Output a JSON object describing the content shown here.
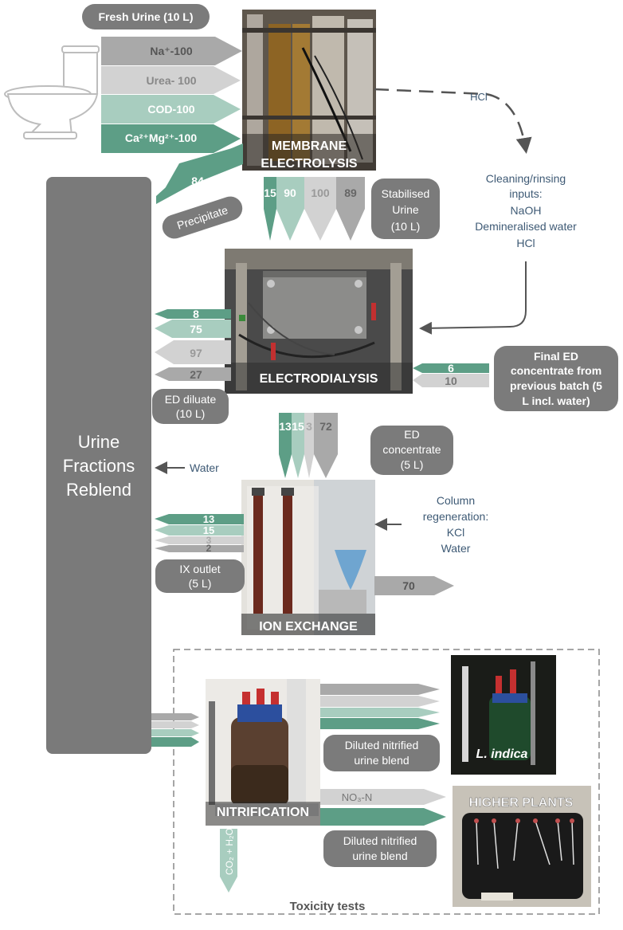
{
  "colors": {
    "dark_gray": "#8a8a8a",
    "mid_gray": "#a9a9a9",
    "light_gray": "#cfcfcf",
    "mint": "#a8cdbf",
    "teal": "#5d9e86",
    "pill": "#7b7b7b",
    "text_blue": "#3e5a75",
    "column": "#7a7a7a"
  },
  "input_labels": {
    "fresh_urine": "Fresh Urine (10 L)",
    "na": "Na⁺-100",
    "urea": "Urea- 100",
    "cod": "COD-100",
    "ca_mg": "Ca²⁺Mg²⁺-100"
  },
  "stages": {
    "membrane_line1": "MEMBRANE",
    "membrane_line2": "ELECTROLYSIS",
    "electrodialysis": "ELECTRODIALYSIS",
    "ion_exchange": "ION EXCHANGE",
    "nitrification": "NITRIFICATION",
    "l_indica": "L. indica",
    "higher_plants": "HIGHER PLANTS"
  },
  "flows": {
    "precipitate_value": "84",
    "precipitate_label": "Precipitate",
    "stabilised_values": [
      "15",
      "90",
      "100",
      "89"
    ],
    "stabilised_line1": "Stabilised",
    "stabilised_line2": "Urine",
    "stabilised_line3": "(10 L)",
    "ed_diluate_values": [
      "8",
      "75",
      "97",
      "27"
    ],
    "ed_diluate_line1": "ED diluate",
    "ed_diluate_line2": "(10 L)",
    "ed_input_values": [
      "6",
      "10"
    ],
    "final_ed_line1": "Final ED",
    "final_ed_line2": "concentrate from",
    "final_ed_line3": "previous batch (5",
    "final_ed_line4": "L incl. water)",
    "ed_concentrate_values": [
      "13",
      "15",
      "3",
      "72"
    ],
    "ed_concentrate_line1": "ED",
    "ed_concentrate_line2": "concentrate",
    "ed_concentrate_line3": "(5 L)",
    "ix_outlet_values": [
      "13",
      "15",
      "3",
      "2"
    ],
    "ix_outlet_line1": "IX outlet",
    "ix_outlet_line2": "(5 L)",
    "ix_out_value": "70"
  },
  "annotations": {
    "hcl": "HCl",
    "cleaning_line1": "Cleaning/rinsing",
    "cleaning_line2": "inputs:",
    "cleaning_line3": "NaOH",
    "cleaning_line4": "Demineralised water",
    "cleaning_line5": "HCl",
    "column_line1": "Column",
    "column_line2": "regeneration:",
    "column_line3": "KCl",
    "column_line4": "Water",
    "water": "Water"
  },
  "reblend": {
    "line1": "Urine",
    "line2": "Fractions",
    "line3": "Reblend"
  },
  "toxicity": {
    "label": "Toxicity tests",
    "blend_line1": "Diluted nitrified",
    "blend_line2": "urine blend",
    "no3": "NO₃-N",
    "co2_h2o": "CO₂ + H₂O"
  }
}
